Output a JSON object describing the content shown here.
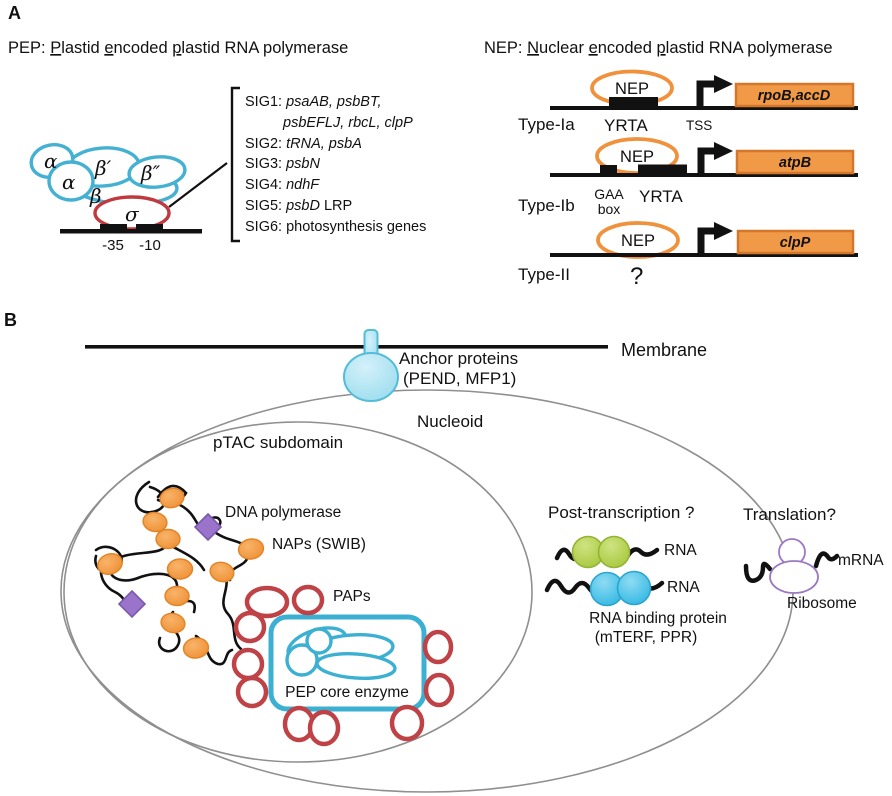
{
  "colors": {
    "teal": "#45b1d2",
    "sigma_red": "#c0393e",
    "paps_red": "#bf4247",
    "nep_orange": "#f0913c",
    "nap_orange_fill": "#f49d43",
    "nap_orange_stroke": "#e18426",
    "gene_box_fill": "#f09a47",
    "gene_box_stroke": "#d4772a",
    "purple_fill": "#9a74ca",
    "purple_stroke": "#7c58ae",
    "anchor_fill": "#ade4f4",
    "anchor_stroke": "#54bcd9",
    "rna_green_fill": "#b6d54f",
    "rna_green_stroke": "#95b335",
    "rna_blue_fill": "#4ac3ea",
    "rna_blue_stroke": "#2aa5cf",
    "ribosome_purple": "#9b79c1",
    "outline_gray": "#8f8f8f"
  },
  "panelA": {
    "label": "A",
    "pep_title": [
      "PEP: ",
      "P",
      "lastid ",
      "e",
      "ncoded ",
      "p",
      "lastid RNA polymerase"
    ],
    "nep_title": [
      "NEP: ",
      "N",
      "uclear ",
      "e",
      "ncoded ",
      "p",
      "lastid RNA polymerase"
    ],
    "polymerase": {
      "alpha1": "α",
      "alpha2": "α",
      "beta_prime": "β′",
      "beta_dprime": "β″",
      "beta": "β",
      "sigma": "σ",
      "minus35": "-35",
      "minus10": "-10"
    },
    "sig_list": [
      {
        "label": "SIG1: ",
        "genes": "psaAB, psbBT,",
        "suffix": ""
      },
      {
        "label": "",
        "genes": "psbEFLJ, rbcL, clpP",
        "suffix": ""
      },
      {
        "label": "SIG2: ",
        "genes": "tRNA, psbA",
        "suffix": ""
      },
      {
        "label": "SIG3: ",
        "genes": "psbN",
        "suffix": ""
      },
      {
        "label": "SIG4: ",
        "genes": "ndhF",
        "suffix": ""
      },
      {
        "label": "SIG5: ",
        "genes": "psbD",
        "suffix": " LRP"
      },
      {
        "label": "SIG6: ",
        "genes": "",
        "suffix": "photosynthesis genes"
      }
    ],
    "rows": [
      {
        "name": "Type-Ia",
        "nep": "NEP",
        "motif": "YRTA",
        "tss": "TSS",
        "gene": "rpoB,accD"
      },
      {
        "name": "Type-Ib",
        "nep": "NEP",
        "motif": "YRTA",
        "gaa1": "GAA",
        "gaa2": "box",
        "gene": "atpB"
      },
      {
        "name": "Type-II",
        "nep": "NEP",
        "question": "?",
        "gene": "clpP"
      }
    ]
  },
  "panelB": {
    "label": "B",
    "membrane": "Membrane",
    "anchor_line1": "Anchor proteins",
    "anchor_line2": "(PEND, MFP1)",
    "nucleoid": "Nucleoid",
    "ptac": "pTAC subdomain",
    "dna_polymerase": "DNA polymerase",
    "naps": "NAPs (SWIB)",
    "paps": "PAPs",
    "pep_core": "PEP core enzyme",
    "post_transcription": "Post-transcription ?",
    "rna1": "RNA",
    "rna2": "RNA",
    "rna_binding_line1": "RNA binding protein",
    "rna_binding_line2": "(mTERF, PPR)",
    "translation": "Translation?",
    "mrna": "mRNA",
    "ribosome": "Ribosome"
  }
}
